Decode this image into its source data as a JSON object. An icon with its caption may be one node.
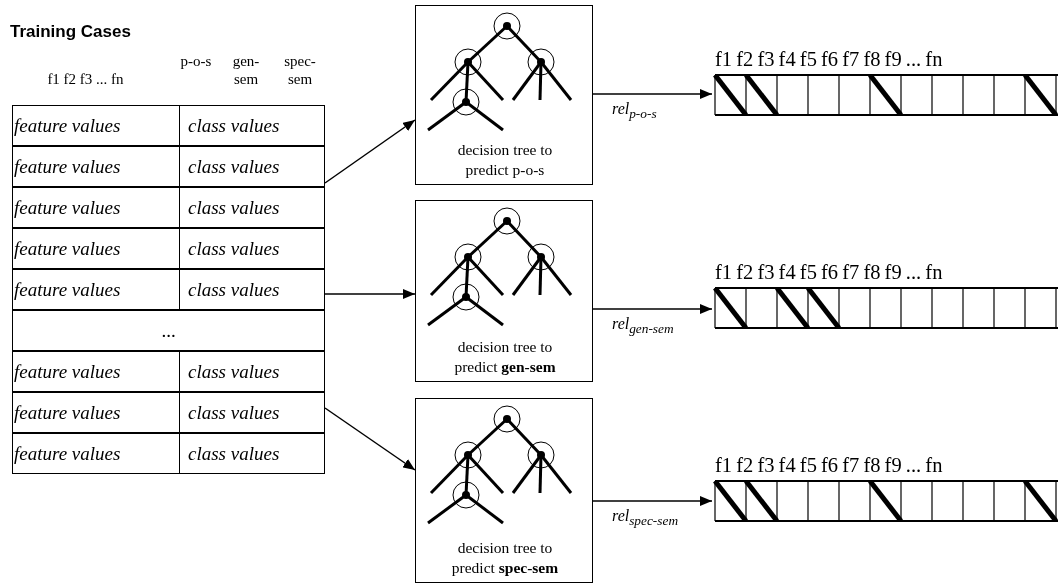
{
  "diagram": {
    "nodes": [
      {
        "text": [
          "Training Cases"
        ]
      },
      {
        "text": [
          "feature values",
          "class values"
        ],
        "in": 0
      },
      {
        "text": [
          "feature values",
          "class values"
        ],
        "in": 0
      },
      {
        "text": [
          "feature values",
          "class values"
        ],
        "in": 0
      },
      {
        "text": [
          "feature values",
          "class values"
        ],
        "in": 0
      },
      {
        "text": [
          "feature values",
          "class values"
        ],
        "in": 0
      },
      {
        "text": [
          "..."
        ],
        "in": 0
      },
      {
        "text": [
          "feature values",
          "class values"
        ],
        "in": 0
      },
      {
        "text": [
          "feature values",
          "class values"
        ],
        "in": 0
      },
      {
        "text": [
          "feature values",
          "class values"
        ],
        "in": 0
      },
      {
        "text": [
          "decision tree to predict p-o-s"
        ]
      },
      {
        "text": [
          "decision tree to predict **gen-sem**"
        ]
      },
      {
        "text": [
          "decision tree to predict **spec-sem**"
        ]
      },
      {
        "text": [
          "f1 f2 f3 f4 f5 f6 f7 f8 f9 ... fn"
        ]
      },
      {
        "text": [
          "f1 f2 f3 f4 f5 f6 f7 f8 f9 ... fn"
        ]
      },
      {
        "text": [
          "f1 f2 f3 f4 f5 f6 f7 f8 f9 ... fn"
        ]
      }
    ],
    "edges": [
      {
        "from": 2,
        "to": 10,
        "arrow": "to"
      },
      {
        "from": 5,
        "to": 11,
        "arrow": "to"
      },
      {
        "from": 8,
        "to": 12,
        "arrow": "to"
      },
      {
        "from": 10,
        "to": 13,
        "arrow": "to",
        "label": "rel$_{p-o-s}$"
      },
      {
        "from": 11,
        "to": 14,
        "arrow": "to",
        "label": "rel$_{gen-sem}$"
      },
      {
        "from": 12,
        "to": 15,
        "arrow": "to",
        "label": "rel$_{spec-sem}$"
      }
    ],
    "labels": [
      "f1 f2 f3 ... fn",
      "p-o-s",
      "gen-sem",
      "spec-sem"
    ]
  }
}
